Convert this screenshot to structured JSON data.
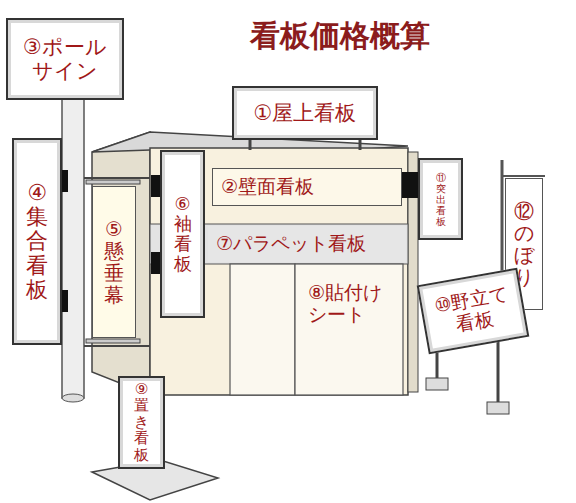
{
  "diagram": {
    "title": "看板価格概算",
    "nodes": [
      {
        "text": [
          "③ポール サイン"
        ]
      },
      {
        "text": [
          "①屋上看板"
        ]
      },
      {
        "text": [
          "④集合看板"
        ]
      },
      {
        "text": [
          "⑤懸垂幕"
        ]
      },
      {
        "text": [
          "⑥袖看板"
        ]
      },
      {
        "text": [
          "②壁面看板"
        ]
      },
      {
        "text": [
          "⑪突出看板"
        ]
      },
      {
        "text": [
          "⑦パラペット看板"
        ]
      },
      {
        "text": [
          "⑫のぼり"
        ]
      },
      {
        "text": [
          "⑧貼付け シート"
        ]
      },
      {
        "text": [
          "⑩野立て 看板"
        ]
      },
      {
        "text": [
          "⑨置き看板"
        ]
      }
    ]
  }
}
